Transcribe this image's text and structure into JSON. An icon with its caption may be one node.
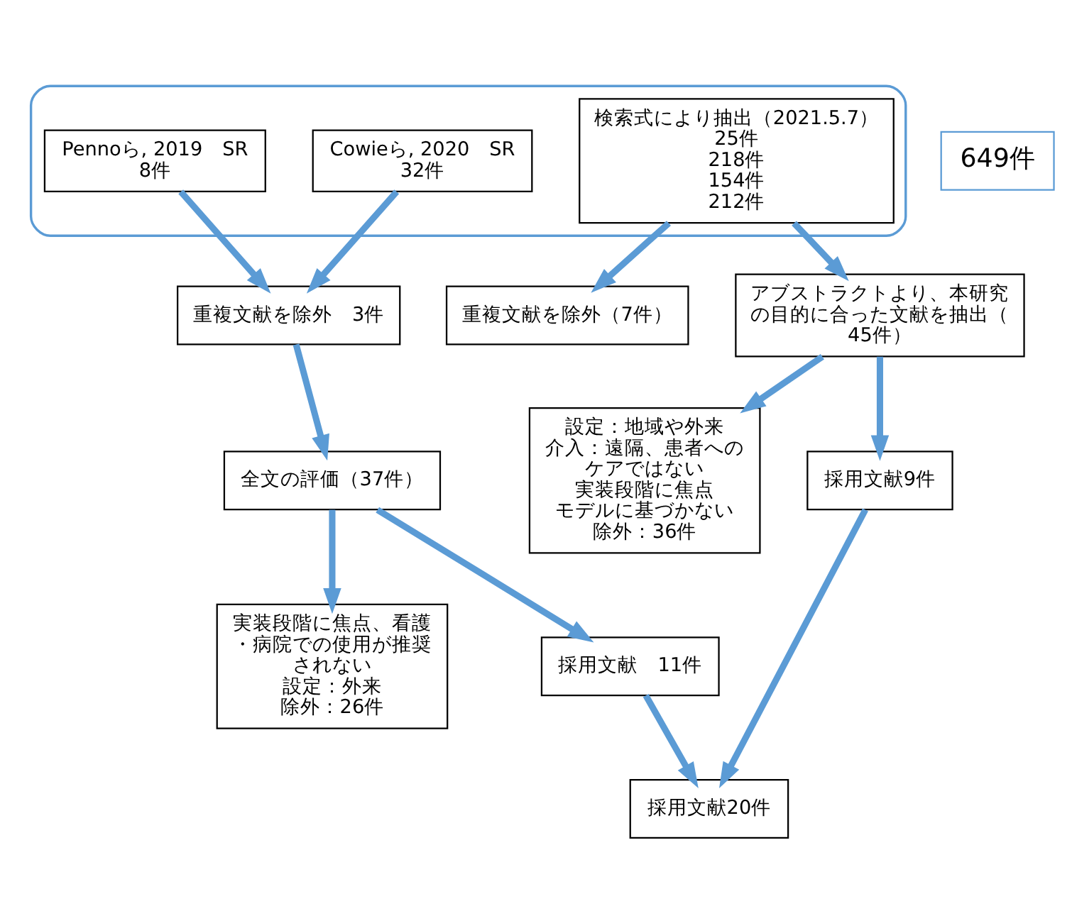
{
  "diagram": {
    "nodes": [
      {
        "text": [],
        "shape": "box"
      },
      {
        "text": [
          "Pennoら, 2019　SR",
          "8件"
        ],
        "in": 0
      },
      {
        "text": [
          "Cowieら, 2020　SR",
          "32件"
        ],
        "in": 0
      },
      {
        "text": [
          "検索式により抽出（2021.5.7）",
          "25件",
          "218件",
          "154件",
          "212件"
        ],
        "in": 0
      },
      {
        "text": [
          "649件"
        ]
      },
      {
        "text": [
          "重複文献を除外　3件"
        ]
      },
      {
        "text": [
          "重複文献を除外（7件）"
        ]
      },
      {
        "text": [
          "アブストラクトより、本研究の目的に合った文献を抽出（45件）"
        ]
      },
      {
        "text": [
          "全文の評価（37件）"
        ]
      },
      {
        "text": [
          "実装段階に焦点、看護・病院での使用が推奨されない",
          "設定：外来",
          "除外：26件"
        ]
      },
      {
        "text": [
          "設定：地域や外来",
          "介入：遠隔、患者へのケアではない",
          "実装段階に焦点",
          "モデルに基づかない",
          "除外：36件"
        ]
      },
      {
        "text": [
          "採用文献　11件"
        ]
      },
      {
        "text": [
          "採用文献9件"
        ]
      },
      {
        "text": [
          "採用文献20件"
        ]
      }
    ],
    "edges": [
      {
        "from": 1,
        "to": 5,
        "arrow": "to"
      },
      {
        "from": 2,
        "to": 5,
        "arrow": "to"
      },
      {
        "from": 3,
        "to": 6,
        "arrow": "to"
      },
      {
        "from": 3,
        "to": 7,
        "arrow": "to"
      },
      {
        "from": 5,
        "to": 8,
        "arrow": "to"
      },
      {
        "from": 8,
        "to": 9,
        "arrow": "to"
      },
      {
        "from": 8,
        "to": 11,
        "arrow": "to"
      },
      {
        "from": 7,
        "to": 10,
        "arrow": "to"
      },
      {
        "from": 7,
        "to": 12,
        "arrow": "to"
      },
      {
        "from": 11,
        "to": 13,
        "arrow": "to"
      },
      {
        "from": 12,
        "to": 13,
        "arrow": "to"
      }
    ]
  }
}
